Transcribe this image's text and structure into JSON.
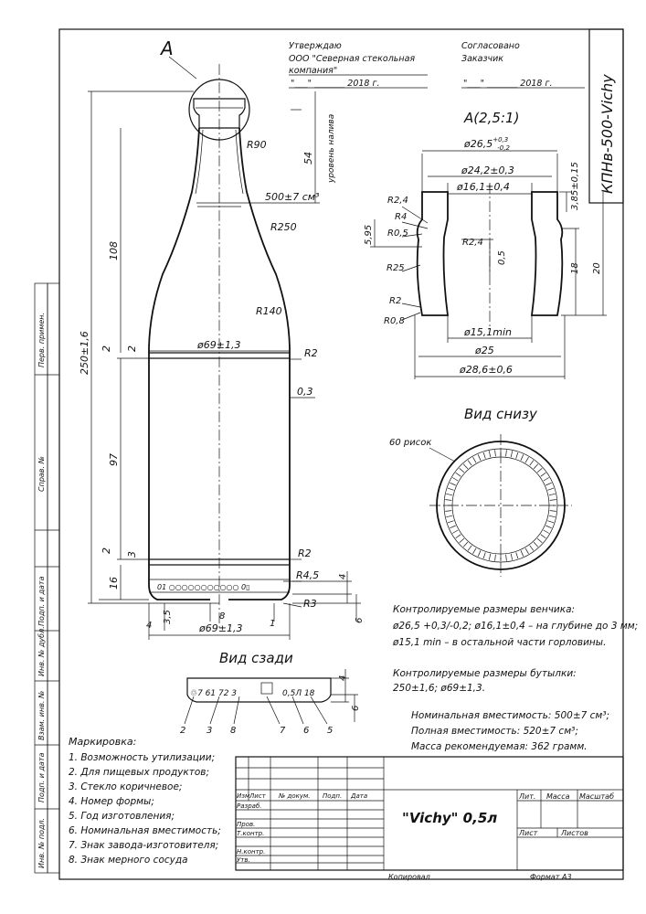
{
  "header": {
    "approve_title": "Утверждаю",
    "approve_org_line1": "ООО \"Северная стекольная",
    "approve_org_line2": "компания\"",
    "approve_date": "\"___\" _______ 2018 г.",
    "agree_title": "Согласовано",
    "agree_party": "Заказчик",
    "agree_date": "\"___\" _______ 2018 г."
  },
  "doc_code": "КПНв-500-Vichy",
  "views": {
    "detail_letter": "A",
    "detail_title": "A(2,5:1)",
    "bottom_title": "Вид снизу",
    "back_title": "Вид сзади"
  },
  "dims_main": {
    "r90": "R90",
    "level": "уровень налива",
    "h54": "54",
    "vol": "500±7 см³",
    "r250": "R250",
    "h108": "108",
    "r140": "R140",
    "total": "250±1,6",
    "two_a": "2",
    "two_b": "2",
    "dia_top": "ø69±1,3",
    "r2_top": "R2",
    "wall": "0,3",
    "h97": "97",
    "two_c": "2",
    "three": "3",
    "h16": "16",
    "r2_bot": "R2",
    "r45": "R4,5",
    "four": "4",
    "r3": "R3",
    "six": "6",
    "n4": "4",
    "n35": "3,5",
    "n8": "8",
    "n1": "1",
    "dia_bot": "ø69±1,3",
    "bottom_marks": "01 ○○○○○○○○○○○ 0▯"
  },
  "dims_detail": {
    "d265": "ø26,5",
    "d265_tol_up": "+0,3",
    "d265_tol_dn": "-0,2",
    "d242": "ø24,2±0,3",
    "d161": "ø16,1±0,4",
    "h385": "3,85±0,15",
    "r24a": "R2,4",
    "r4": "R4",
    "h595": "5,95",
    "r05": "R0,5",
    "r24b": "R2,4",
    "h05": "0,5",
    "r25": "R25",
    "h18": "18",
    "h20": "20",
    "r2": "R2",
    "r08": "R0,8",
    "d151": "ø15,1min",
    "d25": "ø25",
    "d286": "ø28,6±0,6"
  },
  "bottom_view": {
    "label": "60 рисок"
  },
  "back_view": {
    "marks": "♲7  61 72  3",
    "marks_right": "0,5Л  18",
    "four": "4",
    "six": "6",
    "callouts": [
      "2",
      "3",
      "8",
      "7",
      "6",
      "5"
    ]
  },
  "control": {
    "neck_title": "Контролируемые размеры венчика:",
    "neck_line1": "ø26,5 +0,3/-0,2; ø16,1±0,4 – на глубине до 3 мм;",
    "neck_line2": "ø15,1 min – в остальной части горловины.",
    "bottle_title": "Контролируемые размеры бутылки:",
    "bottle_line": "250±1,6; ø69±1,3."
  },
  "capacity": {
    "nominal": "Номинальная вместимость: 500±7 см³;",
    "full": "Полная вместимость: 520±7 см³;",
    "mass": "Масса рекомендуемая: 362 грамм."
  },
  "marking": {
    "title": "Маркировка:",
    "items": [
      "1. Возможность утилизации;",
      "2. Для пищевых продуктов;",
      "3. Стекло коричневое;",
      "4. Номер формы;",
      "5. Год изготовления;",
      "6. Номинальная вместимость;",
      "7. Знак завода-изготовителя;",
      "8. Знак мерного сосуда"
    ]
  },
  "side_stamps": [
    "Перв. примен.",
    "Справ. №",
    "Подп. и дата",
    "Инв. № дубл.",
    "Взам. инв. №",
    "Подп. и дата",
    "Инв. № подл."
  ],
  "title_block": {
    "product": "\"Vichy\" 0,5л",
    "col_izm": "Изм",
    "col_list": "Лист",
    "col_doc": "№ докум.",
    "col_sign": "Подп.",
    "col_date": "Дата",
    "row_razrab": "Разраб.",
    "row_prov": "Пров.",
    "row_tkontr": "Т.контр.",
    "row_nkontr": "Н.контр.",
    "row_utv": "Утв.",
    "lit": "Лит.",
    "mass": "Масса",
    "scale": "Масштаб",
    "sheet": "Лист",
    "sheets": "Листов",
    "copied": "Копировал",
    "format": "Формат   А3"
  }
}
